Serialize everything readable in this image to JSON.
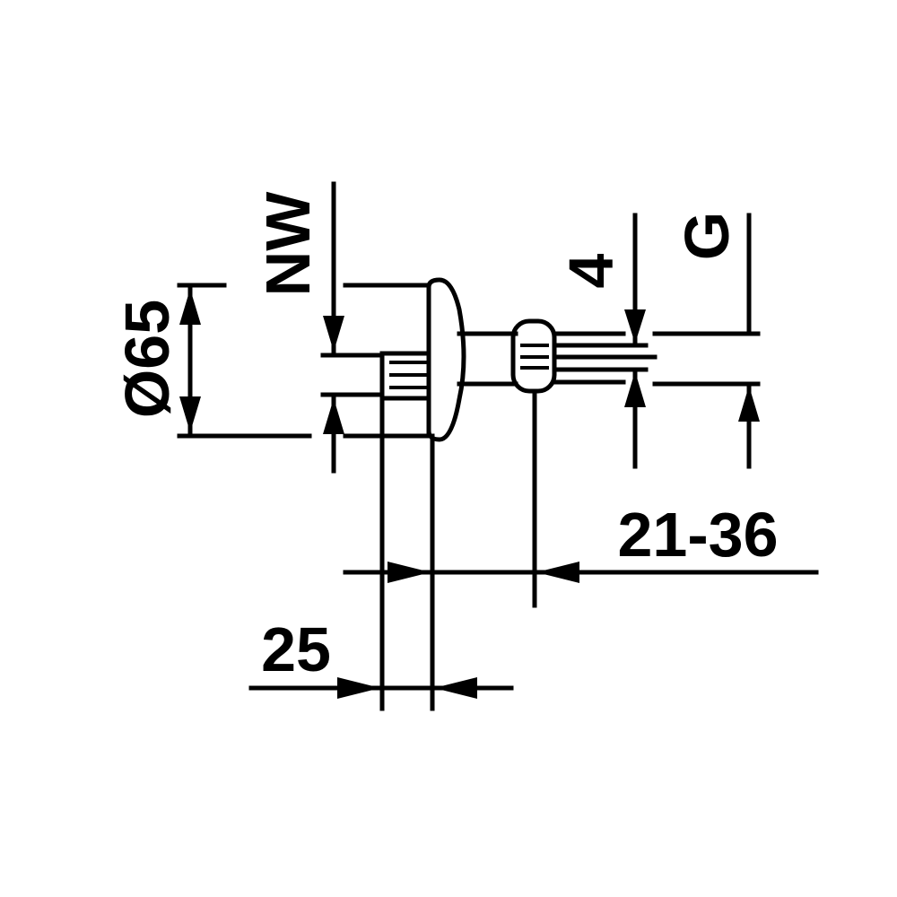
{
  "labels": {
    "diameter": "Ø65",
    "nominal_width": "NW",
    "thickness": "4",
    "thread": "G",
    "adjust_range": "21-36",
    "offset": "25"
  }
}
